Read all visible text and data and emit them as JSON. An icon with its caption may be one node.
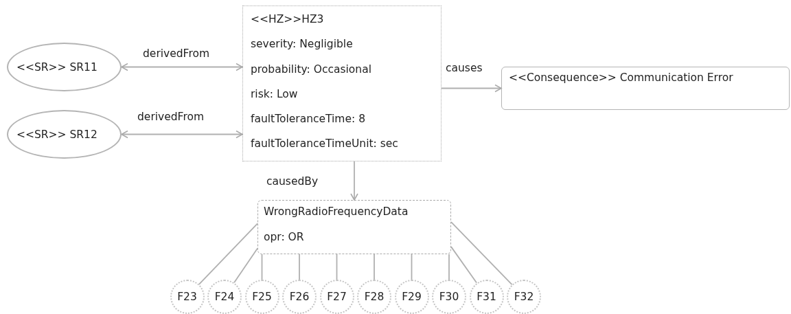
{
  "diagram": {
    "nodes": [
      {
        "text": [
          "<<SR>> SR11"
        ]
      },
      {
        "text": [
          "<<SR>> SR12"
        ]
      },
      {
        "text": [
          "<<HZ>>HZ3",
          "severity: Negligible",
          "probability: Occasional",
          "risk: Low",
          "faultToleranceTime: 8",
          "faultToleranceTimeUnit: sec"
        ]
      },
      {
        "text": [
          "<<Consequence>> Communication Error"
        ]
      },
      {
        "text": [
          "WrongRadioFrequencyData",
          "opr: OR"
        ]
      },
      {
        "text": [
          "F23"
        ]
      },
      {
        "text": [
          "F24"
        ]
      },
      {
        "text": [
          "F25"
        ]
      },
      {
        "text": [
          "F26"
        ]
      },
      {
        "text": [
          "F27"
        ]
      },
      {
        "text": [
          "F28"
        ]
      },
      {
        "text": [
          "F29"
        ]
      },
      {
        "text": [
          "F30"
        ]
      },
      {
        "text": [
          "F31"
        ]
      },
      {
        "text": [
          "F32"
        ]
      }
    ],
    "edges": [
      {
        "from": 2,
        "to": 0,
        "arrow": "both",
        "label": "derivedFrom"
      },
      {
        "from": 2,
        "to": 1,
        "arrow": "both",
        "label": "derivedFrom"
      },
      {
        "from": 2,
        "to": 3,
        "arrow": "to",
        "label": "causes"
      },
      {
        "from": 2,
        "to": 4,
        "arrow": "to",
        "label": "causedBy"
      },
      {
        "from": 4,
        "to": 5,
        "arrow": "none"
      },
      {
        "from": 4,
        "to": 6,
        "arrow": "none"
      },
      {
        "from": 4,
        "to": 7,
        "arrow": "none"
      },
      {
        "from": 4,
        "to": 8,
        "arrow": "none"
      },
      {
        "from": 4,
        "to": 9,
        "arrow": "none"
      },
      {
        "from": 4,
        "to": 10,
        "arrow": "none"
      },
      {
        "from": 4,
        "to": 11,
        "arrow": "none"
      },
      {
        "from": 4,
        "to": 12,
        "arrow": "none"
      },
      {
        "from": 4,
        "to": 13,
        "arrow": "none"
      },
      {
        "from": 4,
        "to": 14,
        "arrow": "none"
      }
    ]
  }
}
